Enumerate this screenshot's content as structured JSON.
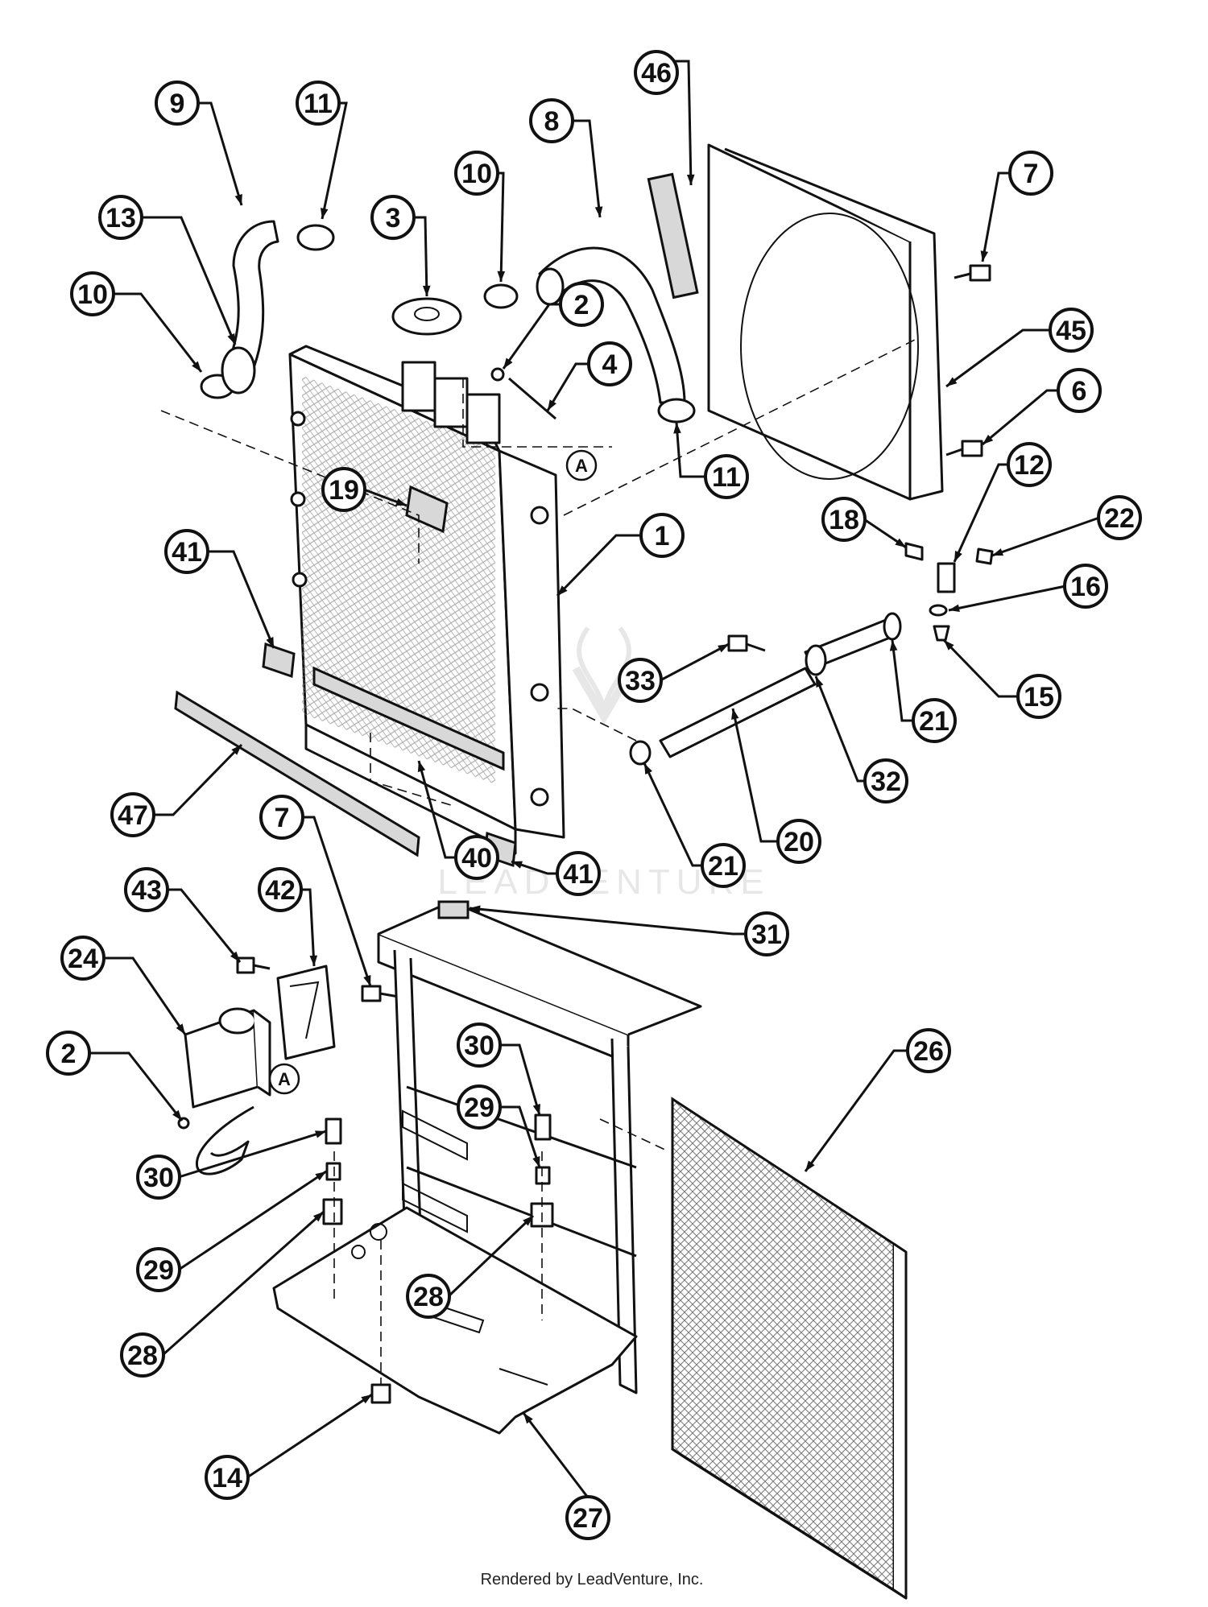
{
  "diagram": {
    "callouts": [
      {
        "id": "c46",
        "label": "46"
      },
      {
        "id": "c9",
        "label": "9"
      },
      {
        "id": "c11a",
        "label": "11"
      },
      {
        "id": "c8",
        "label": "8"
      },
      {
        "id": "c10a",
        "label": "10"
      },
      {
        "id": "c7a",
        "label": "7"
      },
      {
        "id": "c13",
        "label": "13"
      },
      {
        "id": "c3",
        "label": "3"
      },
      {
        "id": "c10b",
        "label": "10"
      },
      {
        "id": "c2a",
        "label": "2"
      },
      {
        "id": "c45",
        "label": "45"
      },
      {
        "id": "c4",
        "label": "4"
      },
      {
        "id": "c6",
        "label": "6"
      },
      {
        "id": "c11b",
        "label": "11"
      },
      {
        "id": "c12",
        "label": "12"
      },
      {
        "id": "c19",
        "label": "19"
      },
      {
        "id": "c18",
        "label": "18"
      },
      {
        "id": "c22",
        "label": "22"
      },
      {
        "id": "c1",
        "label": "1"
      },
      {
        "id": "c41a",
        "label": "41"
      },
      {
        "id": "c16",
        "label": "16"
      },
      {
        "id": "c33",
        "label": "33"
      },
      {
        "id": "c15",
        "label": "15"
      },
      {
        "id": "c21a",
        "label": "21"
      },
      {
        "id": "c32",
        "label": "32"
      },
      {
        "id": "c47",
        "label": "47"
      },
      {
        "id": "c20",
        "label": "20"
      },
      {
        "id": "c7b",
        "label": "7"
      },
      {
        "id": "c40",
        "label": "40"
      },
      {
        "id": "c41b",
        "label": "41"
      },
      {
        "id": "c21b",
        "label": "21"
      },
      {
        "id": "c43",
        "label": "43"
      },
      {
        "id": "c42",
        "label": "42"
      },
      {
        "id": "c31",
        "label": "31"
      },
      {
        "id": "c24",
        "label": "24"
      },
      {
        "id": "c26",
        "label": "26"
      },
      {
        "id": "c2b",
        "label": "2"
      },
      {
        "id": "c30a",
        "label": "30"
      },
      {
        "id": "c29a",
        "label": "29"
      },
      {
        "id": "c30b",
        "label": "30"
      },
      {
        "id": "c29b",
        "label": "29"
      },
      {
        "id": "c28a",
        "label": "28"
      },
      {
        "id": "c28b",
        "label": "28"
      },
      {
        "id": "c14",
        "label": "14"
      },
      {
        "id": "c27",
        "label": "27"
      }
    ],
    "reference_marks": [
      {
        "id": "refA1",
        "label": "A"
      },
      {
        "id": "refA2",
        "label": "A"
      }
    ],
    "watermark": "LEADVENTURE",
    "footer": "Rendered by LeadVenture, Inc."
  }
}
